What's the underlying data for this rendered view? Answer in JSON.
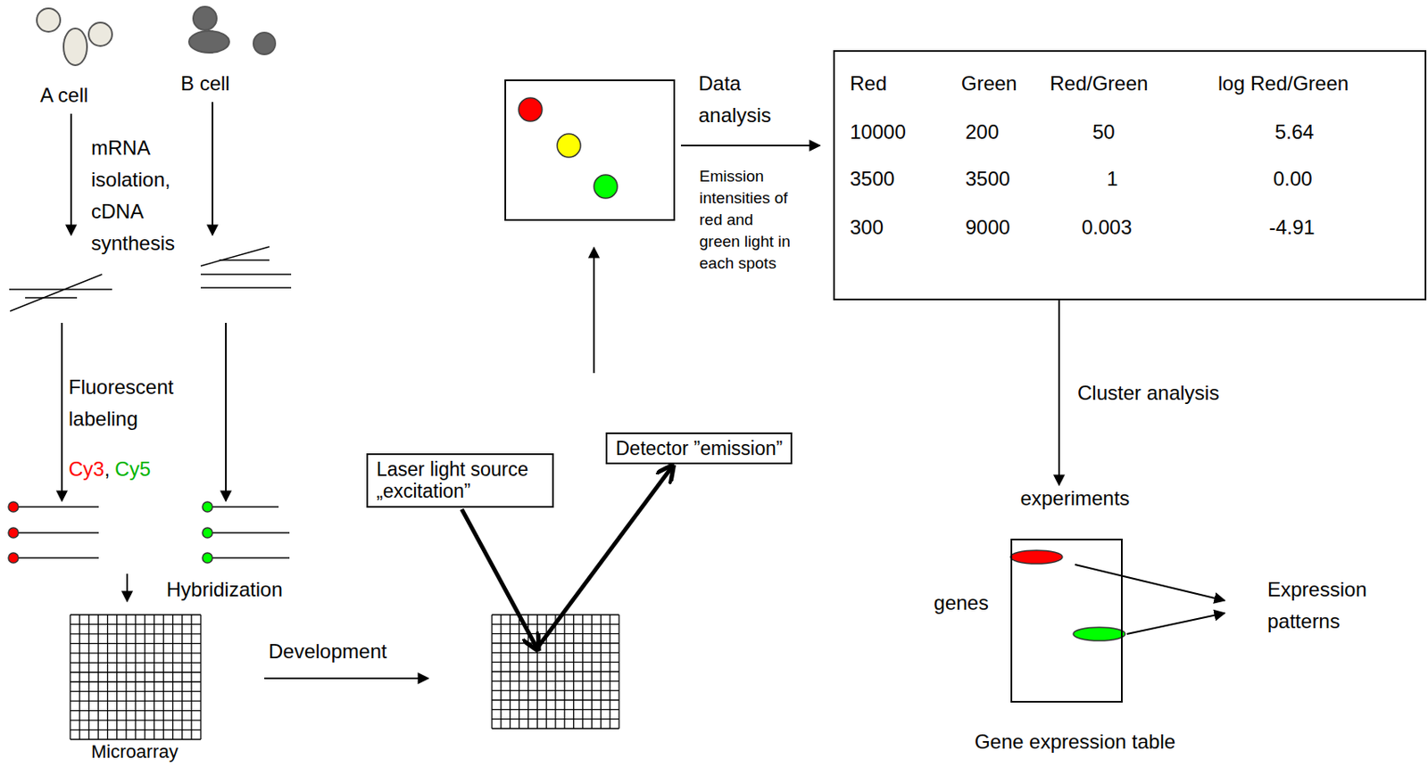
{
  "diagram": {
    "nodes": [
      {
        "text": [
          "Laser light source „excitation”"
        ]
      },
      {
        "text": [
          "Detector ”emission”"
        ]
      },
      {
        "text": [
          "Red",
          "Green",
          "Red/Green",
          "log Red/Green",
          "10000",
          "200",
          "50",
          "5.64",
          "3500",
          "3500",
          "1",
          "0.00",
          "300",
          "9000",
          "0.003",
          "-4.91"
        ]
      },
      {
        "text": [
          "experiments",
          "genes",
          "Gene expression table"
        ]
      }
    ],
    "edges": [
      {
        "from": 2,
        "to": 3,
        "arrow": "to",
        "label": "Cluster analysis"
      }
    ],
    "labels": [
      "A cell",
      "B cell",
      "mRNA isolation, cDNA synthesis",
      "Fluorescent labeling",
      "Cy3",
      ",",
      "Cy5",
      "Hybridization",
      "Microarray",
      "Development",
      "Data analysis",
      "Emission intensities of red and green light in each spots",
      "Expression patterns"
    ]
  }
}
